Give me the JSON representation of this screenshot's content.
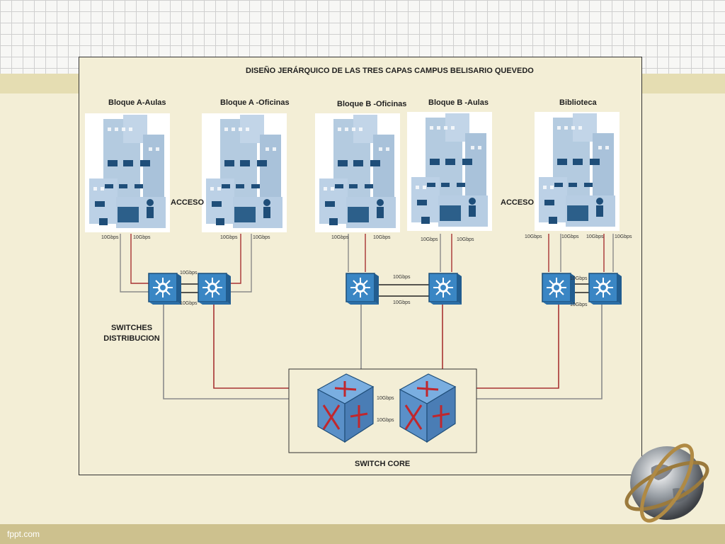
{
  "title": "DISEÑO JERÁRQUICO DE LAS TRES CAPAS CAMPUS BELISARIO QUEVEDO",
  "blocks": [
    {
      "label": "Bloque A-Aulas"
    },
    {
      "label": "Bloque A -Oficinas"
    },
    {
      "label": "Bloque B -Oficinas"
    },
    {
      "label": "Bloque B -Aulas"
    },
    {
      "label": "Biblioteca"
    }
  ],
  "access_label": "ACCESO",
  "distribution_label_line1": "SWITCHES",
  "distribution_label_line2": "DISTRIBUCION",
  "core_label": "SWITCH CORE",
  "speed": "10Gbps",
  "footer": "fppt.com",
  "colors": {
    "uplink_red": "#a83232",
    "uplink_gray": "#8a8a8a",
    "switch_blue": "#3a86c4"
  }
}
